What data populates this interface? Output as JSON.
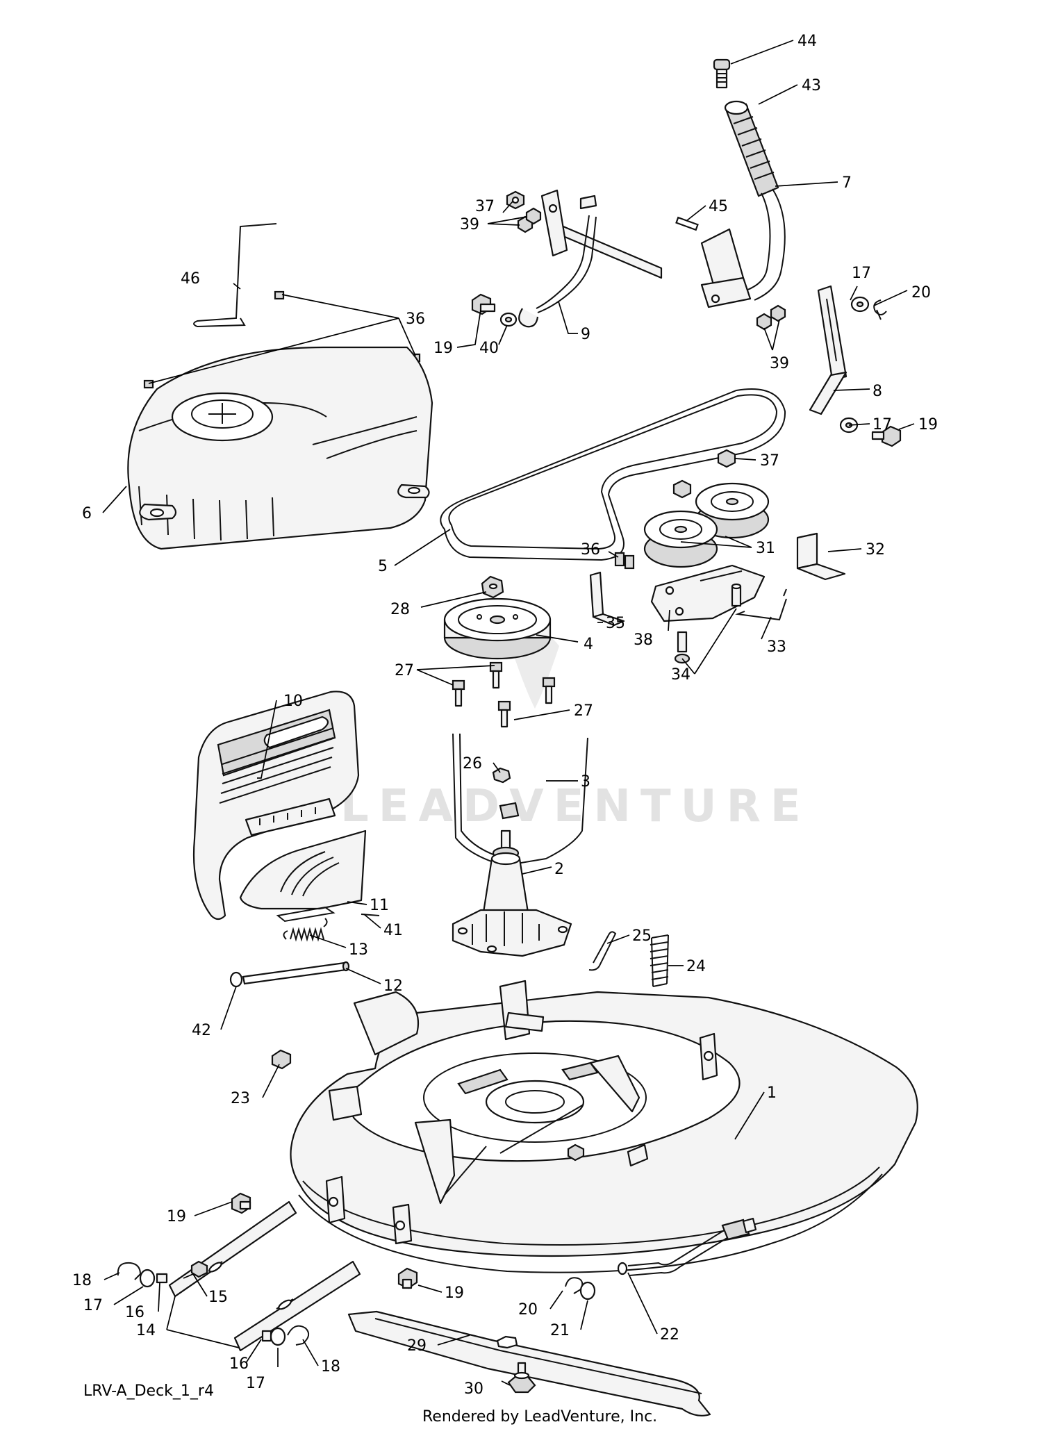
{
  "drawing_id": "LRV-A_Deck_1_r4",
  "rendered_by": "Rendered by LeadVenture, Inc.",
  "watermark": "LEADVENTURE",
  "callouts": [
    "44",
    "43",
    "7",
    "45",
    "37",
    "39",
    "9",
    "40",
    "19",
    "17",
    "20",
    "8",
    "39",
    "17",
    "19",
    "46",
    "36",
    "6",
    "5",
    "37",
    "31",
    "32",
    "36",
    "35",
    "38",
    "34",
    "33",
    "28",
    "4",
    "27",
    "27",
    "10",
    "26",
    "3",
    "2",
    "11",
    "41",
    "13",
    "12",
    "42",
    "25",
    "24",
    "23",
    "1",
    "19",
    "15",
    "18",
    "17",
    "16",
    "14",
    "16",
    "17",
    "18",
    "19",
    "20",
    "21",
    "22",
    "29",
    "30"
  ]
}
